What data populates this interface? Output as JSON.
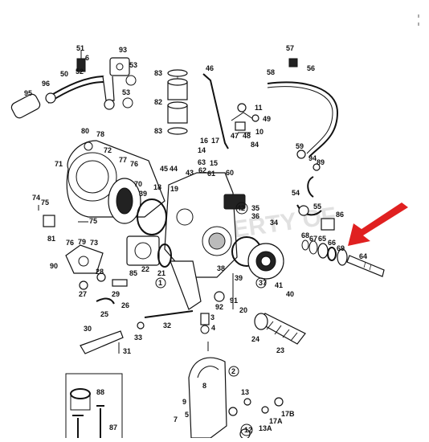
{
  "callouts": {
    "n1": "1",
    "n2": "2",
    "n3": "3",
    "n4": "4",
    "n5": "5",
    "n6": "6",
    "n7": "7",
    "n8": "8",
    "n9": "9",
    "n10": "10",
    "n11": "11",
    "n12": "12",
    "n13": "13",
    "n13a": "13A",
    "n14": "14",
    "n15": "15",
    "n16": "16",
    "n17": "17",
    "n17a": "17A",
    "n17b": "17B",
    "n18": "18",
    "n19": "19",
    "n20": "20",
    "n21": "21",
    "n22": "22",
    "n23": "23",
    "n24": "24",
    "n25": "25",
    "n26": "26",
    "n27": "27",
    "n28": "28",
    "n29": "29",
    "n30": "30",
    "n31": "31",
    "n32": "32",
    "n33": "33",
    "n34": "34",
    "n35": "35",
    "n36": "36",
    "n37": "37",
    "n38": "38",
    "n39": "39",
    "n39b": "39",
    "n40": "40",
    "n41": "41",
    "n42": "42",
    "n43": "43",
    "n44": "44",
    "n45": "45",
    "n46": "46",
    "n47": "47",
    "n48": "48",
    "n49": "49",
    "n50": "50",
    "n51": "51",
    "n52": "52",
    "n53": "53",
    "n53b": "53",
    "n54": "54",
    "n55": "55",
    "n56": "56",
    "n57": "57",
    "n58": "58",
    "n59": "59",
    "n60": "60",
    "n61": "61",
    "n62": "62",
    "n63": "63",
    "n64": "64",
    "n65": "65",
    "n66": "66",
    "n67": "67",
    "n68": "68",
    "n69": "69",
    "n70": "70",
    "n71": "71",
    "n72": "72",
    "n73": "73",
    "n74": "74",
    "n75": "75",
    "n75b": "75",
    "n76": "76",
    "n76b": "76",
    "n77": "77",
    "n78": "78",
    "n79": "79",
    "n80": "80",
    "n81": "81",
    "n82": "82",
    "n83": "83",
    "n83b": "83",
    "n84": "84",
    "n85": "85",
    "n86": "86",
    "n87": "87",
    "n88": "88",
    "n89": "89",
    "n90": "90",
    "n91": "91",
    "n92": "92",
    "n93": "93",
    "n94": "94",
    "n95": "95",
    "n96": "96"
  },
  "watermark": "PROPERTY OF",
  "colors": {
    "ink": "#111111",
    "arrow": "#e02020",
    "paper": "#ffffff"
  }
}
